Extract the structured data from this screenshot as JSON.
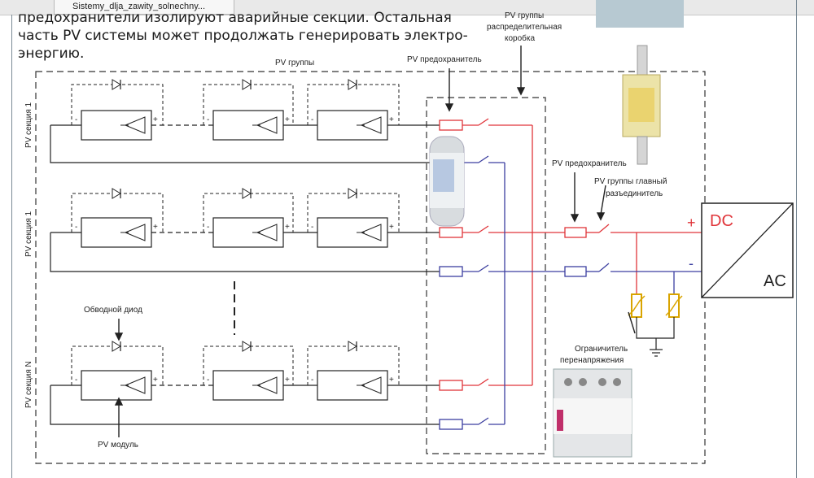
{
  "tab": {
    "title": "Sistemy_dlja_zawity_solnechny..."
  },
  "paragraph": {
    "line1": "предохранители изолируют аварийные секции. Остальная",
    "line2": "часть PV системы может продолжать генерировать электро-",
    "line3": "энергию."
  },
  "labels": {
    "pv_groups": "PV группы",
    "pv_fuse_top": "PV предохранитель",
    "junction_box_1": "PV группы",
    "junction_box_2": "распределительная",
    "junction_box_3": "коробка",
    "pv_fuse_right": "PV предохранитель",
    "main_switch_1": "PV группы главный",
    "main_switch_2": "разъединитель",
    "section_1a": "PV секция 1",
    "section_1b": "PV секция 1",
    "section_n": "PV секция N",
    "bypass_diode": "Обводной диод",
    "pv_module": "PV модуль",
    "surge_1": "Ограничитель",
    "surge_2": "перенапряжения",
    "dc": "DC",
    "ac": "AC",
    "plus": "+",
    "minus": "-"
  },
  "colors": {
    "positive": "#e0353a",
    "negative": "#3c3fa0",
    "wire": "#222222",
    "dc_text": "#e0353a"
  }
}
